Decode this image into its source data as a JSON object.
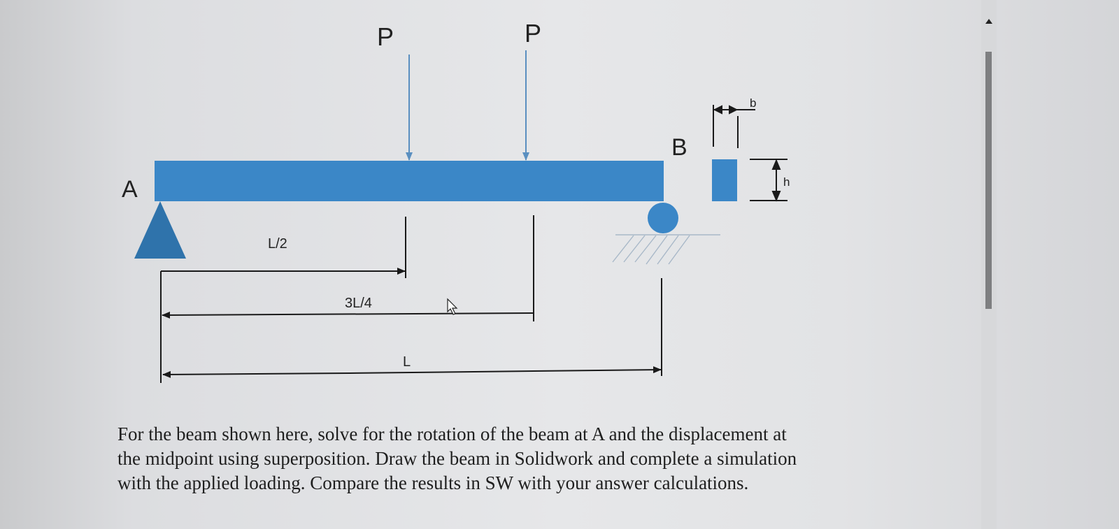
{
  "diagram": {
    "load_label_1": "P",
    "load_label_2": "P",
    "support_a_label": "A",
    "support_b_label": "B",
    "dim_half_label": "L/2",
    "dim_three_quarter_label": "3L/4",
    "dim_full_label": "L",
    "cross_section_width_label": "b",
    "cross_section_height_label": "h",
    "colors": {
      "beam": "#3b87c7",
      "support": "#2f73ab",
      "arrow": "#1a1a1a"
    }
  },
  "problem": {
    "statement": "For the beam shown here, solve for the rotation of the beam at A and the displacement at the midpoint using superposition. Draw the beam in Solidwork and complete a simulation with the applied loading. Compare the results in SW with your answer calculations."
  },
  "icons": {
    "cursor": "pointer-arrow-icon",
    "scroll_up": "triangle-up-icon"
  }
}
